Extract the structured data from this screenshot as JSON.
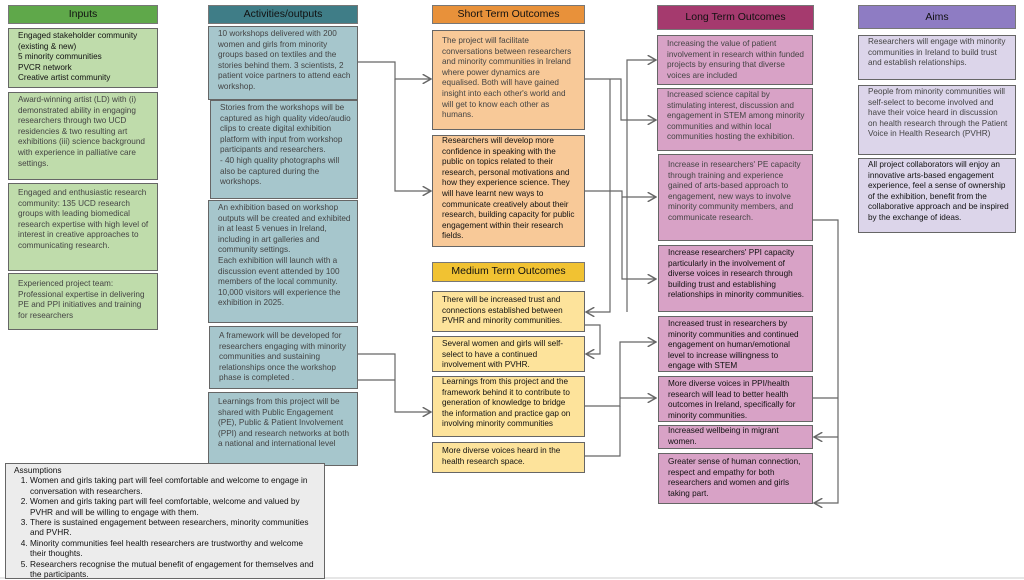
{
  "columns": {
    "inputs": {
      "title": "Inputs",
      "items": [
        "Engaged stakeholder community (existing & new)\n5 minority communities\nPVCR network\nCreative artist community",
        "Award-winning artist (LD) with (i) demonstrated ability in engaging researchers through two UCD residencies & two resulting art exhibitions (iii) science background with experience in palliative care settings.",
        "Engaged and enthusiastic research community: 135 UCD research groups with leading biomedical research expertise with high level of interest in creative approaches to communicating research.",
        "Experienced project team: Professional expertise in delivering PE and PPI initiatives and training for researchers"
      ]
    },
    "activities": {
      "title": "Activities/outputs",
      "items": [
        "10 workshops delivered with 200 women and girls from minority groups based on textiles and the stories behind them. 3 scientists, 2 patient voice partners to attend each workshop.",
        "Stories from the workshops will be captured as high quality video/audio clips to create digital exhibition platform with input from workshop participants and researchers.\n- 40 high quality photographs will also be captured during the workshops.",
        "An exhibition based on workshop outputs will be created and exhibited in at least 5 venues in Ireland, including in art galleries and community settings.\nEach exhibition will launch with a discussion event attended by 100 members of the local community.\n10,000 visitors will experience the exhibition in 2025.",
        "A framework will be developed for researchers engaging with minority communities and sustaining relationships once the workshop phase is completed .",
        "Learnings from this project will be shared with Public Engagement (PE), Public & Patient Involvement (PPI) and research networks at both a national and international level"
      ]
    },
    "short_term": {
      "title": "Short Term Outcomes",
      "items": [
        "The project will facilitate conversations between researchers and minority communities in Ireland where power dynamics are equalised. Both will have gained insight into each other's world and will get to know each other as humans.",
        "Researchers will develop more confidence in speaking with the public on topics related to their research, personal motivations and how they experience science. They will have learnt new ways to communicate creatively about their research, building capacity for public engagement within their research fields."
      ]
    },
    "medium_term": {
      "title": "Medium Term Outcomes",
      "items": [
        "There will be increased trust and connections established between PVHR and minority communities.",
        "Several women and girls will self-select to have a continued involvement with PVHR.",
        "Learnings from this project and the framework behind it to contribute to generation of knowledge to bridge the information and practice gap on involving minority communities",
        "More diverse voices heard in the health research space."
      ]
    },
    "long_term": {
      "title": "Long Term Outcomes",
      "items": [
        "Increasing the value of patient involvement in research within funded projects by ensuring that diverse voices are included",
        "Increased science capital by stimulating interest, discussion and engagement in STEM among minority communities and within local communities hosting the exhibition.",
        "Increase in researchers' PE capacity through training and experience gained of arts-based approach to engagement, new ways to involve minority community members, and communicate research.",
        "Increase researchers' PPI capacity particularly in the involvement of diverse voices in research through building trust and establishing relationships in minority communities.",
        "Increased trust in researchers by minority communities and continued engagement on human/emotional level to increase willingness to engage with STEM",
        "More diverse voices in PPI/health research will lead to better health outcomes in Ireland, specifically for minority communities.",
        "Increased wellbeing in migrant women.",
        "Greater sense of human connection, respect and empathy for both researchers and women and girls taking part."
      ]
    },
    "aims": {
      "title": "Aims",
      "items": [
        "Researchers will engage with minority communities in Ireland to build trust and establish relationships.",
        "People from minority communities will self-select to become involved and have their voice heard in discussion on health research through the Patient Voice in Health Research (PVHR)",
        "All project collaborators will enjoy an innovative arts-based engagement experience, feel a sense of ownership of the exhibition, benefit from the collaborative approach and be inspired by the exchange of ideas."
      ]
    }
  },
  "assumptions": {
    "title": "Assumptions",
    "items": [
      "Women and girls taking part will feel comfortable and welcome to engage in conversation with researchers.",
      "Women and girls taking part will feel comfortable, welcome and valued by PVHR and will be willing to engage with them.",
      "There is sustained engagement between researchers, minority communities and PVHR.",
      "Minority communities feel health researchers are trustworthy and welcome their thoughts.",
      "Researchers recognise the mutual benefit of engagement for themselves and the participants."
    ]
  },
  "colors": {
    "inputs": "#5fa84a",
    "activities": "#3f7d87",
    "short_term": "#e8913a",
    "medium_term": "#f1c232",
    "long_term": "#a53a6e",
    "aims": "#8e7cc3"
  }
}
